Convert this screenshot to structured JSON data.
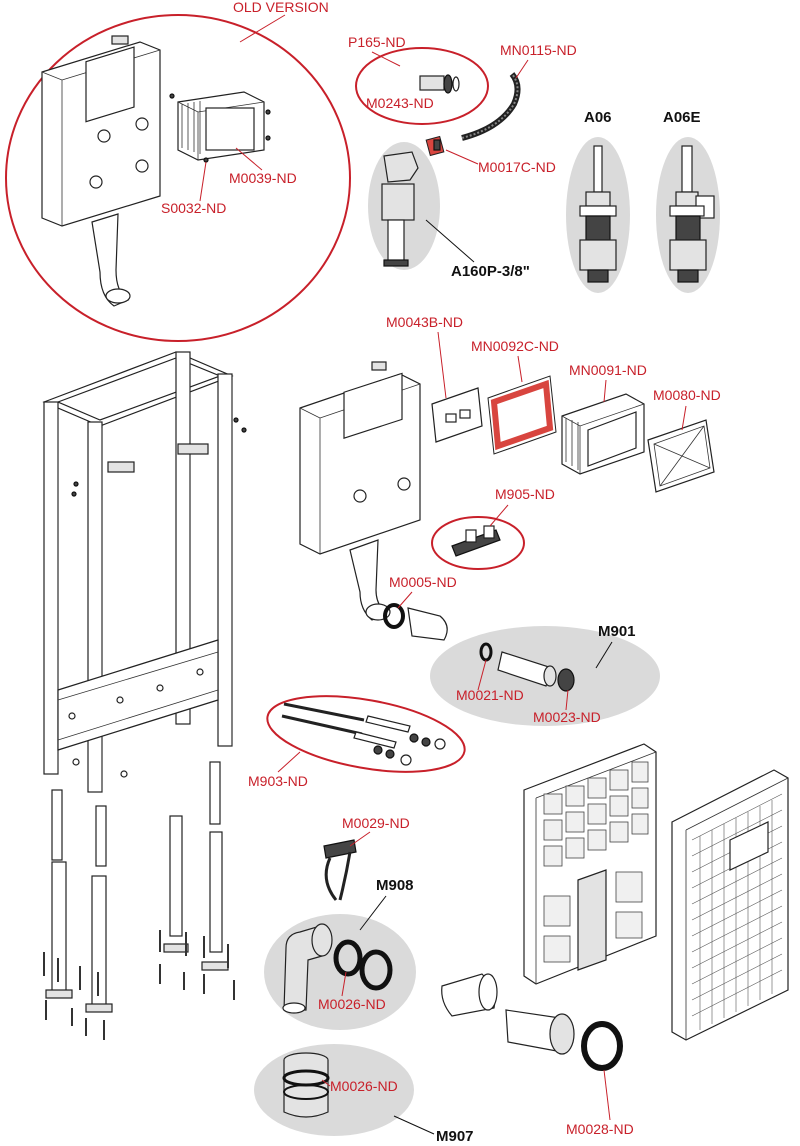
{
  "colors": {
    "label_red": "#c8202a",
    "label_black": "#111111",
    "highlight_grey": "#dadada"
  },
  "labels": {
    "old_version": "OLD VERSION",
    "p165": "P165-ND",
    "m0243": "M0243-ND",
    "mn0115": "MN0115-ND",
    "m0017c": "M0017C-ND",
    "a06": "A06",
    "a06e": "A06E",
    "a160p": "A160P-3/8\"",
    "m0039": "M0039-ND",
    "s0032": "S0032-ND",
    "m0043b": "M0043B-ND",
    "mn0092c": "MN0092C-ND",
    "mn0091": "MN0091-ND",
    "m0080": "M0080-ND",
    "m905": "M905-ND",
    "m0005": "M0005-ND",
    "m901": "M901",
    "m0021": "M0021-ND",
    "m0023": "M0023-ND",
    "m903": "M903-ND",
    "m0029": "M0029-ND",
    "m908": "M908",
    "m0026_a": "M0026-ND",
    "m0026_b": "M0026-ND",
    "m907": "M907",
    "m0028": "M0028-ND"
  }
}
